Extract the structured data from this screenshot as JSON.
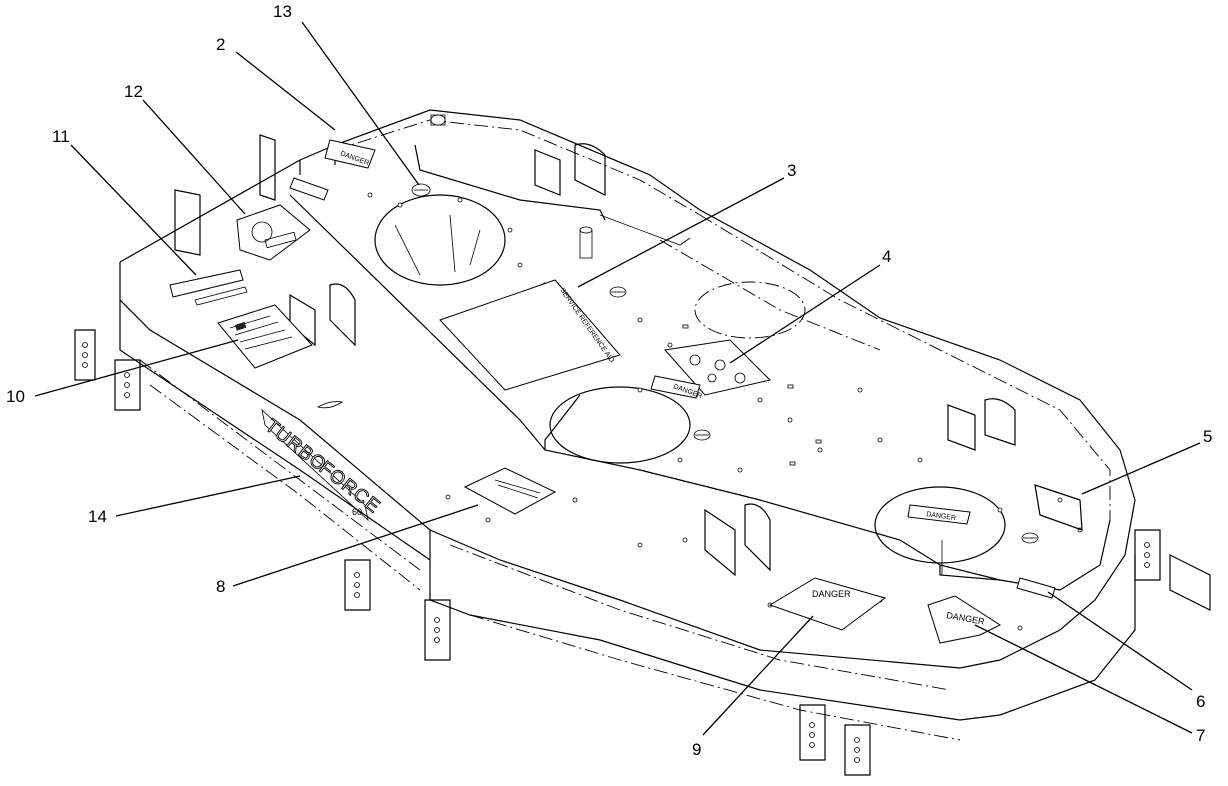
{
  "callouts": {
    "c1": "13",
    "c2": "2",
    "c3": "12",
    "c4": "11",
    "c5": "3",
    "c6": "4",
    "c7": "10",
    "c8": "5",
    "c9": "14",
    "c10": "8",
    "c11": "6",
    "c12": "9",
    "c13": "7"
  },
  "decals": {
    "danger_large": "DANGER",
    "danger_rear": "DANGER",
    "danger_small_1": "DANGER",
    "danger_small_2": "DANGER",
    "danger_small_3": "DANGER",
    "service_reference": "SERVICE REFERENCE AID",
    "brand_line1": "TURBO",
    "brand_line2": "FORCE",
    "brand_size": "60"
  }
}
